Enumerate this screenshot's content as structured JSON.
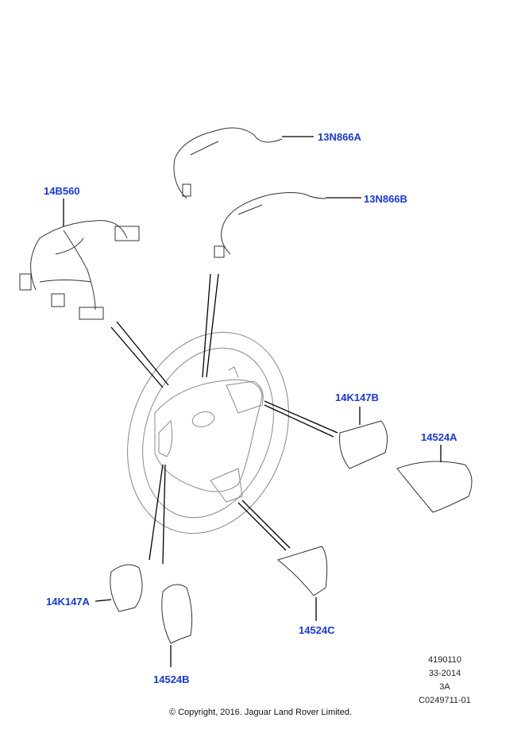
{
  "callouts": {
    "harness_a": "13N866A",
    "harness_b": "13N866B",
    "harness_main": "14B560",
    "switch_right": "14K147B",
    "switch_left": "14K147A",
    "cover_right": "14524A",
    "cover_left": "14524B",
    "cover_bottom": "14524C"
  },
  "reference": {
    "line1": "4190110",
    "line2": "33-2014",
    "line3": "3A",
    "line4": "C0249711-01"
  },
  "copyright": "© Copyright, 2016. Jaguar Land Rover Limited.",
  "colors": {
    "label": "#1838e0",
    "line": "#000000",
    "drawing": "#777777"
  }
}
